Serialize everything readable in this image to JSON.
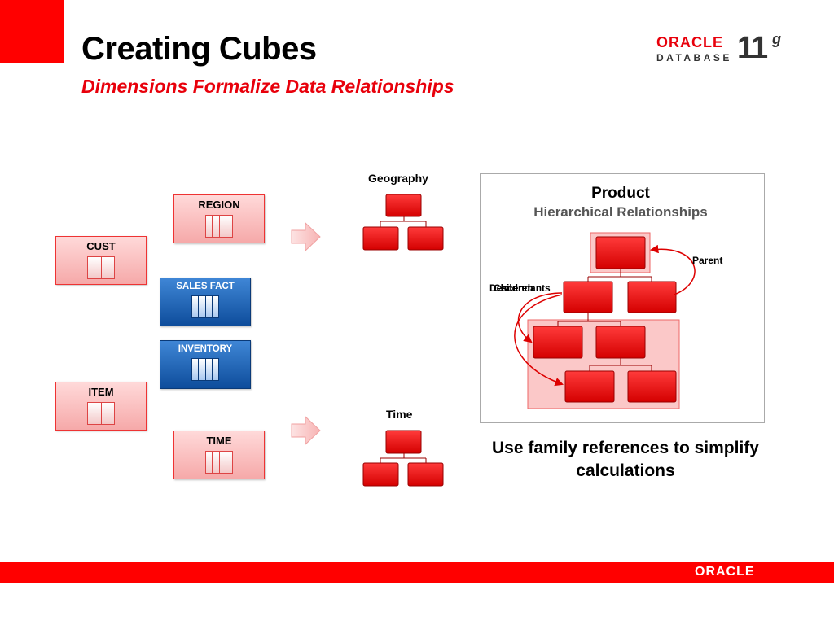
{
  "header": {
    "title": "Creating Cubes",
    "subtitle": "Dimensions Formalize Data Relationships"
  },
  "logo": {
    "brand": "ORACLE",
    "product": "DATABASE",
    "version": "11",
    "version_suffix": "g"
  },
  "tables": {
    "region": "REGION",
    "cust": "CUST",
    "sales_fact": "SALES FACT",
    "inventory": "INVENTORY",
    "item": "ITEM",
    "time": "TIME"
  },
  "hierarchies": {
    "geography_label": "Geography",
    "time_label": "Time"
  },
  "product_panel": {
    "title": "Product",
    "subtitle": "Hierarchical Relationships",
    "parent_label": "Parent",
    "children_label": "Children",
    "descendants_label": "Descendants"
  },
  "callout": "Use family references to simplify calculations",
  "footer": {
    "brand": "ORACLE"
  },
  "colors": {
    "accent": "#ff0000",
    "node": "#e60000",
    "fact_blue": "#0e4d9c"
  }
}
